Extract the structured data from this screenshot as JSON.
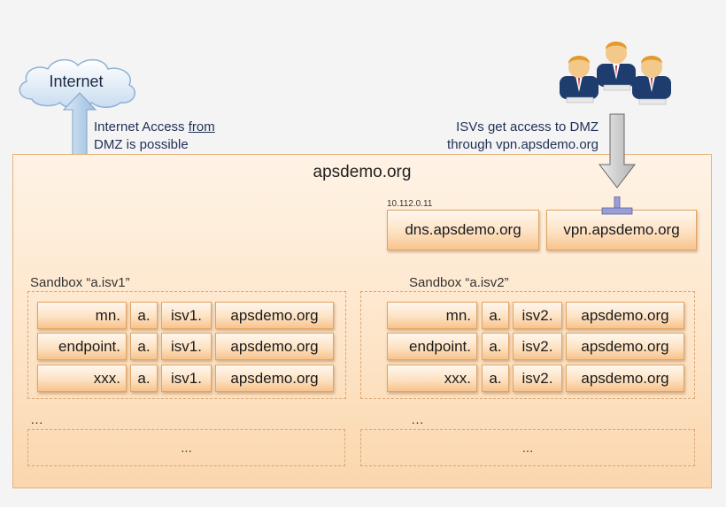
{
  "internet": {
    "label": "Internet"
  },
  "internet_note": {
    "line1_prefix": "Internet Access ",
    "line1_link": "from",
    "line2": "DMZ is possible"
  },
  "isv_note": {
    "line1": "ISVs get access to DMZ",
    "line2": "through vpn.apsdemo.org"
  },
  "dmz": {
    "title": "apsdemo.org"
  },
  "servers": {
    "dns": {
      "ip": "10.112.0.11",
      "label": "dns.apsdemo.org"
    },
    "vpn": {
      "label": "vpn.apsdemo.org"
    }
  },
  "sandbox1": {
    "title": "Sandbox “a.isv1”",
    "rows": [
      {
        "host": "mn.",
        "a": "a.",
        "isv": "isv1.",
        "domain": "apsdemo.org"
      },
      {
        "host": "endpoint.",
        "a": "a.",
        "isv": "isv1.",
        "domain": "apsdemo.org"
      },
      {
        "host": "xxx.",
        "a": "a.",
        "isv": "isv1.",
        "domain": "apsdemo.org"
      }
    ]
  },
  "sandbox2": {
    "title": "Sandbox “a.isv2”",
    "rows": [
      {
        "host": "mn.",
        "a": "a.",
        "isv": "isv2.",
        "domain": "apsdemo.org"
      },
      {
        "host": "endpoint.",
        "a": "a.",
        "isv": "isv2.",
        "domain": "apsdemo.org"
      },
      {
        "host": "xxx.",
        "a": "a.",
        "isv": "isv2.",
        "domain": "apsdemo.org"
      }
    ]
  },
  "more": {
    "ellipsis_left": "…",
    "ellipsis_right": "…",
    "more_left": "...",
    "more_right": "..."
  },
  "colors": {
    "arrow_up": "#b9d3ea",
    "arrow_down": "#cfcfcf",
    "box_border": "#e2a463",
    "dmz_border": "#e6b27c"
  },
  "icons": {
    "cloud": "cloud-icon",
    "users": "users-group-icon",
    "network": "network-connector-icon"
  }
}
